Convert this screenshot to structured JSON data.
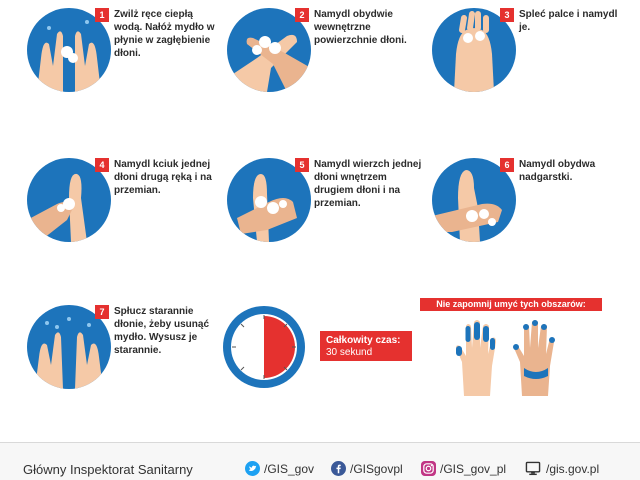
{
  "steps": [
    {
      "num": "1",
      "text": "Zwilż ręce ciepłą wodą. Nałóż mydło w płynie w zagłębienie dłoni."
    },
    {
      "num": "2",
      "text": "Namydl obydwie wewnętrzne powierzchnie dłoni."
    },
    {
      "num": "3",
      "text": "Spleć palce i namydl je."
    },
    {
      "num": "4",
      "text": "Namydl kciuk jednej dłoni drugą ręką i na przemian."
    },
    {
      "num": "5",
      "text": "Namydl wierzch jednej dłoni wnętrzem drugiem dłoni i na przemian."
    },
    {
      "num": "6",
      "text": "Namydl obydwa nadgarstki."
    },
    {
      "num": "7",
      "text": "Spłucz starannie dłonie, żeby usunąć mydło. Wysusz je starannie."
    }
  ],
  "total_time": {
    "label": "Całkowity czas:",
    "value": "30 sekund"
  },
  "remember_label": "Nie zapomnij umyć tych obszarów:",
  "footer": {
    "org": "Główny Inspektorat Sanitarny",
    "twitter": "/GIS_gov",
    "facebook": "/GISgovpl",
    "instagram": "/GIS_gov_pl",
    "website": "/gis.gov.pl"
  },
  "colors": {
    "blue": "#1d74bb",
    "red": "#e5312f",
    "skin": "#f5c9a7",
    "foam": "#ffffff"
  }
}
